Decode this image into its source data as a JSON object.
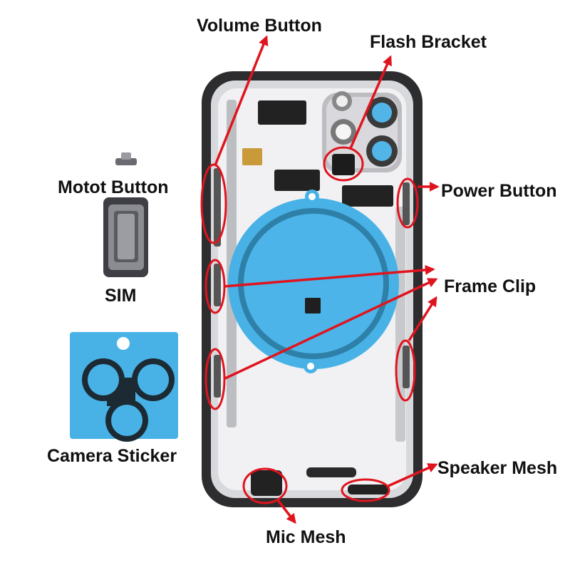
{
  "labels": {
    "volume_button": "Volume Button",
    "flash_bracket": "Flash Bracket",
    "motot_button": "Motot Button",
    "power_button": "Power Button",
    "sim": "SIM",
    "frame_clip": "Frame Clip",
    "camera_sticker": "Camera Sticker",
    "speaker_mesh": "Speaker Mesh",
    "mic_mesh": "Mic Mesh"
  },
  "colors": {
    "annotation": "#e0141e",
    "frame": "#2d2d30",
    "sticker": "#48b2e6",
    "label": "#111111"
  }
}
